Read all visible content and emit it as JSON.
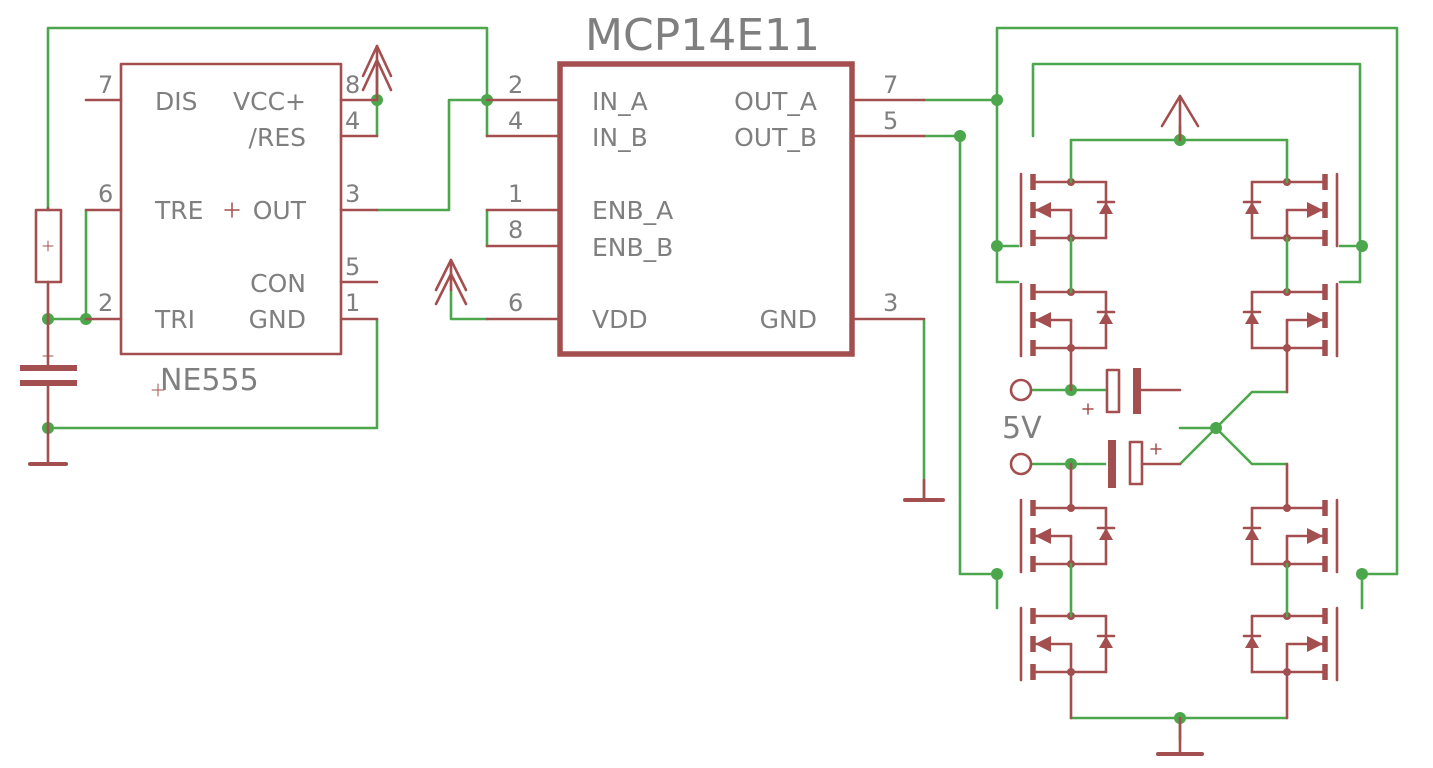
{
  "ne555": {
    "part_name": "NE555",
    "pins_left": [
      {
        "num": "7",
        "name": "DIS"
      },
      {
        "num": "6",
        "name": "TRE"
      },
      {
        "num": "2",
        "name": "TRI"
      }
    ],
    "pins_right": [
      {
        "num": "8",
        "name": "VCC+"
      },
      {
        "num": "4",
        "name": "/RES"
      },
      {
        "num": "3",
        "name": "OUT"
      },
      {
        "num": "5",
        "name": "CON"
      },
      {
        "num": "1",
        "name": "GND"
      }
    ]
  },
  "mcp": {
    "part_name": "MCP14E11",
    "pins_left": [
      {
        "num": "2",
        "name": "IN_A"
      },
      {
        "num": "4",
        "name": "IN_B"
      },
      {
        "num": "1",
        "name": "ENB_A"
      },
      {
        "num": "8",
        "name": "ENB_B"
      },
      {
        "num": "6",
        "name": "VDD"
      }
    ],
    "pins_right": [
      {
        "num": "7",
        "name": "OUT_A"
      },
      {
        "num": "5",
        "name": "OUT_B"
      },
      {
        "num": "3",
        "name": "GND"
      }
    ]
  },
  "bridge": {
    "supply_label": "5V"
  },
  "colors": {
    "wire": "#4ca64c",
    "component": "#a34f4f",
    "text": "#7f7f7f",
    "background": "#ffffff"
  }
}
